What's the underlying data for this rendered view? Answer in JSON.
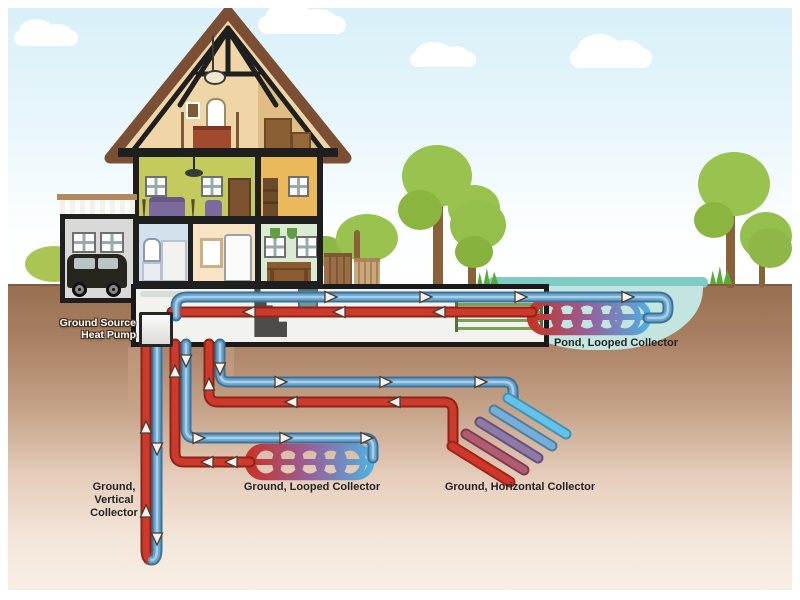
{
  "diagram": {
    "labels": {
      "heat_pump": "Ground Source\nHeat Pump",
      "pond_looped": "Pond, Looped Collector",
      "ground_looped": "Ground, Looped Collector",
      "ground_horizontal": "Ground, Horizontal Collector",
      "ground_vertical": "Ground,\nVertical\nCollector"
    },
    "colors": {
      "cold_supply_pipe": "#68a4cc",
      "warm_return_pipe": "#cd3a2b",
      "pond_water": "#c2e5df",
      "soil_top": "#98704f",
      "soil_bottom": "#f8efe5",
      "sky": "#d9f0f8",
      "foliage": "#99c24f",
      "roof": "#7b4f34"
    }
  }
}
